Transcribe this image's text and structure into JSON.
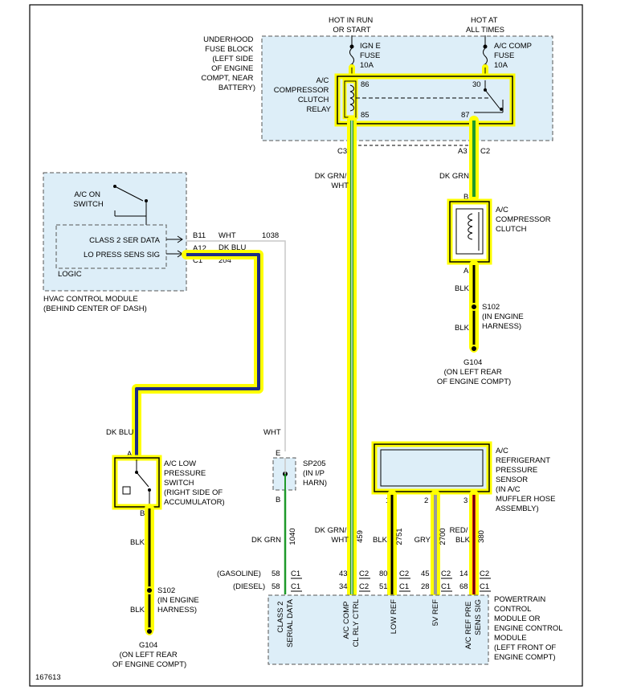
{
  "figure_id": "167613",
  "power": {
    "hot_run_start": [
      "HOT IN RUN",
      "OR START"
    ],
    "hot_all_times": [
      "HOT AT",
      "ALL TIMES"
    ]
  },
  "fuse_block": {
    "label": [
      "UNDERHOOD",
      "FUSE BLOCK",
      "(LEFT SIDE",
      "OF ENGINE",
      "COMPT, NEAR",
      "BATTERY)"
    ],
    "fuse_ign": [
      "IGN E",
      "FUSE",
      "10A"
    ],
    "fuse_ac": [
      "A/C COMP",
      "FUSE",
      "10A"
    ],
    "relay_label": [
      "A/C",
      "COMPRESSOR",
      "CLUTCH",
      "RELAY"
    ],
    "pins": {
      "p86": "86",
      "p85": "85",
      "p30": "30",
      "p87": "87"
    },
    "conn_c3": "C3",
    "conn_a3": "A3",
    "conn_c2": "C2"
  },
  "hvac": {
    "switch_label": [
      "A/C ON",
      "SWITCH"
    ],
    "class2_label": "CLASS 2 SER DATA",
    "lo_press_label": "LO PRESS SENS SIG",
    "logic_label": "LOGIC",
    "module_label": [
      "HVAC CONTROL MODULE",
      "(BEHIND CENTER OF DASH)"
    ],
    "pin_b11": "B11",
    "pin_a12": "A12",
    "pin_c1": "C1",
    "wht": "WHT",
    "circuit_1038": "1038",
    "dk_blu": "DK BLU",
    "circuit_204": "204"
  },
  "wires": {
    "dk_grn_wht_top": [
      "DK GRN/",
      "WHT"
    ],
    "dk_grn_top": "DK GRN",
    "pin_b": "B",
    "pin_a": "A",
    "blk": "BLK",
    "dk_blu_left": "DK BLU",
    "wht_mid": "WHT",
    "pin_e": "E",
    "pin_b_splice": "B",
    "dk_grn_left": "DK GRN",
    "c1040": "1040",
    "dk_grn_wht_bot": [
      "DK GRN/",
      "WHT"
    ],
    "c459": "459",
    "c2751": "2751",
    "gry": "GRY",
    "c2700": "2700",
    "red_blk": [
      "RED/",
      "BLK"
    ],
    "c380": "380",
    "pin_1": "1",
    "pin_2": "2",
    "pin_3": "3"
  },
  "clutch": {
    "label": [
      "A/C",
      "COMPRESSOR",
      "CLUTCH"
    ]
  },
  "splices": {
    "s102": [
      "S102",
      "(IN ENGINE",
      "HARNESS)"
    ],
    "g104": [
      "G104",
      "(ON LEFT REAR",
      "OF ENGINE COMPT)"
    ],
    "sp205": [
      "SP205",
      "(IN I/P",
      "HARN)"
    ]
  },
  "low_pressure_switch": {
    "label": [
      "A/C LOW",
      "PRESSURE",
      "SWITCH",
      "(RIGHT SIDE OF",
      "ACCUMULATOR)"
    ]
  },
  "sensor": {
    "label": [
      "A/C",
      "REFRIGERANT",
      "PRESSURE",
      "SENSOR",
      "(IN A/C",
      "MUFFLER HOSE",
      "ASSEMBLY)"
    ]
  },
  "pcm": {
    "gasoline": "(GASOLINE)",
    "diesel": "(DIESEL)",
    "row_gas": [
      "58",
      "43",
      "80",
      "45",
      "14"
    ],
    "row_diesel": [
      "58",
      "34",
      "51",
      "28",
      "68"
    ],
    "conns_gas": [
      "C1",
      "C2",
      "C2",
      "C2",
      "C2"
    ],
    "conns_diesel": [
      "C1",
      "C2",
      "C1",
      "C1",
      "C1"
    ],
    "pin_labels": [
      [
        "CLASS 2",
        "SERIAL DATA"
      ],
      [
        "A/C COMP",
        "CL RLY CTRL"
      ],
      [
        "LOW REF"
      ],
      [
        "5V REF"
      ],
      [
        "A/C REF PRE",
        "SENS SIG"
      ]
    ],
    "module_label": [
      "POWERTRAIN",
      "CONTROL",
      "MODULE OR",
      "ENGINE CONTROL",
      "MODULE",
      "(LEFT FRONT OF",
      "ENGINE COMPT)"
    ]
  }
}
